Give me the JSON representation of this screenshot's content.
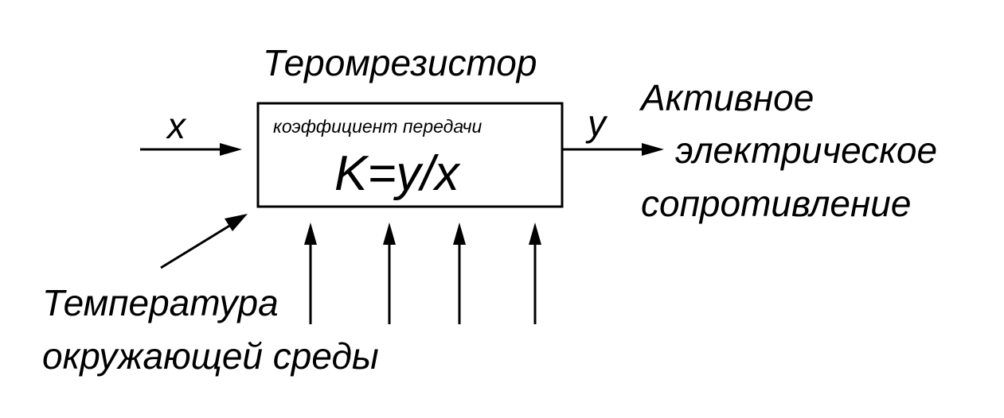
{
  "title": "Теромрезистор",
  "block": {
    "coefficient_label": "коэффициент передачи",
    "formula": "K=y/x"
  },
  "input": {
    "label": "x"
  },
  "output": {
    "label": "y",
    "lines": [
      "Активное",
      "электрическое",
      "сопротивление"
    ]
  },
  "environment": {
    "lines": [
      "Температура",
      "окружающей среды"
    ]
  },
  "colors": {
    "line": "#000000",
    "background": "#ffffff"
  }
}
